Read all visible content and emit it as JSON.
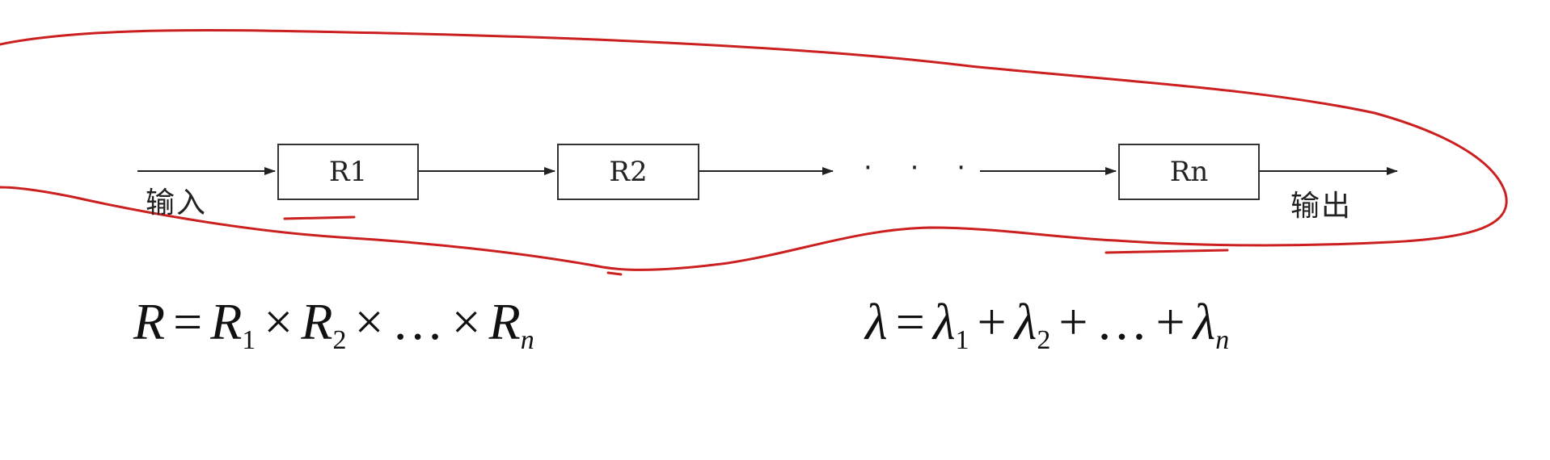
{
  "diagram": {
    "input_label": "输入",
    "output_label": "输出",
    "blocks": [
      "R1",
      "R2",
      "Rn"
    ],
    "ellipsis": "· · ·"
  },
  "formulas": {
    "reliability": {
      "lhs": "R",
      "eq": "=",
      "terms": [
        {
          "base": "R",
          "sub": "1"
        },
        {
          "base": "R",
          "sub": "2"
        },
        {
          "base": "…",
          "sub": ""
        },
        {
          "base": "R",
          "sub": "n"
        }
      ],
      "operator": "×"
    },
    "failure_rate": {
      "lhs": "λ",
      "eq": "=",
      "terms": [
        {
          "base": "λ",
          "sub": "1"
        },
        {
          "base": "λ",
          "sub": "2"
        },
        {
          "base": "…",
          "sub": ""
        },
        {
          "base": "λ",
          "sub": "n"
        }
      ],
      "operator": "+"
    }
  },
  "colors": {
    "annotation": "#cc1f1f",
    "line": "#222222"
  }
}
